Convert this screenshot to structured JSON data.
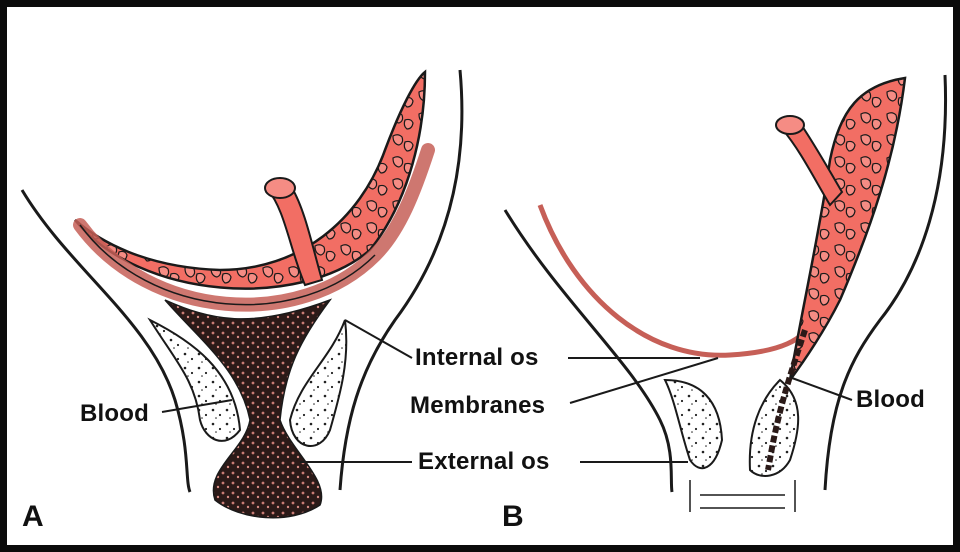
{
  "panels": [
    {
      "letter": "A"
    },
    {
      "letter": "B"
    }
  ],
  "labels": {
    "internal_os": "Internal os",
    "membranes": "Membranes",
    "external_os": "External os",
    "blood_left": "Blood",
    "blood_right": "Blood"
  },
  "colors": {
    "placenta": "#f26e64",
    "placenta_light": "#f58c84",
    "outline": "#1a1a1a",
    "clot": "#2b1a18",
    "membrane": "#c65f57",
    "frame": "#0b0b0b"
  }
}
